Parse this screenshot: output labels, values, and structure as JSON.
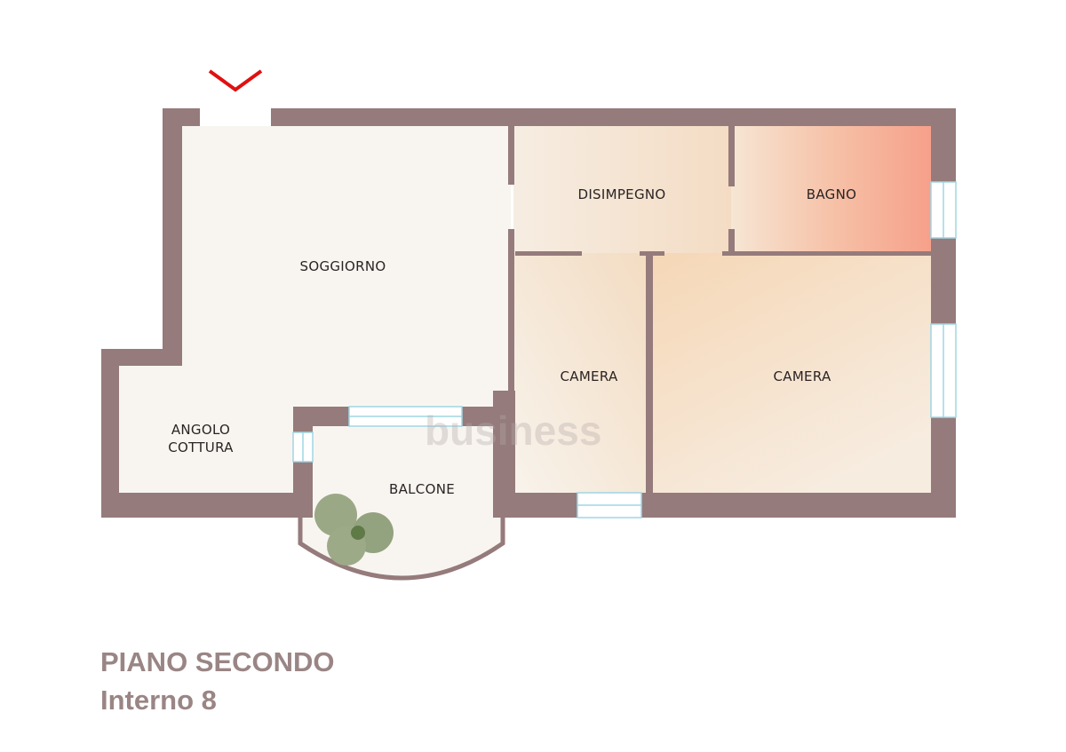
{
  "plan": {
    "rooms": {
      "soggiorno": "SOGGIORNO",
      "disimpegno": "DISIMPEGNO",
      "bagno": "BAGNO",
      "camera_small": "CAMERA",
      "camera_large": "CAMERA",
      "angolo_cottura_line1": "ANGOLO",
      "angolo_cottura_line2": "COTTURA",
      "balcone": "BALCONE"
    },
    "entrance_icon": "chevron-down-icon",
    "watermark": "business",
    "colors": {
      "wall": "#957b7b",
      "entrance_marker": "#e01010",
      "bagno": "#f6a48e",
      "camera": "#f5d7b7",
      "floor": "#f8f5f0"
    }
  },
  "caption": {
    "floor": "PIANO SECONDO",
    "unit": "Interno 8"
  }
}
